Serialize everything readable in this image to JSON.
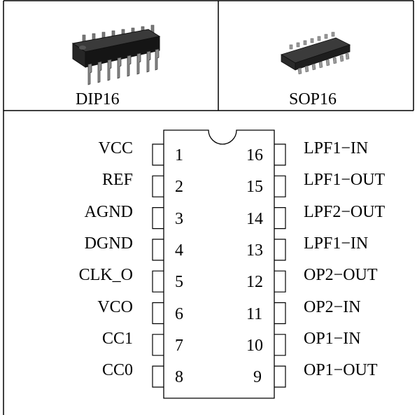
{
  "packages": [
    {
      "id": "dip",
      "label": "DIP16",
      "icon": "dip16-chip-icon"
    },
    {
      "id": "sop",
      "label": "SOP16",
      "icon": "sop16-chip-icon"
    }
  ],
  "pinout": {
    "left_pins": [
      {
        "number": "1",
        "name": "VCC"
      },
      {
        "number": "2",
        "name": "REF"
      },
      {
        "number": "3",
        "name": "AGND"
      },
      {
        "number": "4",
        "name": "DGND"
      },
      {
        "number": "5",
        "name": "CLK_O"
      },
      {
        "number": "6",
        "name": "VCO"
      },
      {
        "number": "7",
        "name": "CC1"
      },
      {
        "number": "8",
        "name": "CC0"
      }
    ],
    "right_pins": [
      {
        "number": "16",
        "name": "LPF1−IN"
      },
      {
        "number": "15",
        "name": "LPF1−OUT"
      },
      {
        "number": "14",
        "name": "LPF2−OUT"
      },
      {
        "number": "13",
        "name": "LPF1−IN"
      },
      {
        "number": "12",
        "name": "OP2−OUT"
      },
      {
        "number": "11",
        "name": "OP2−IN"
      },
      {
        "number": "10",
        "name": "OP1−IN"
      },
      {
        "number": "9",
        "name": "OP1−OUT"
      }
    ]
  },
  "colors": {
    "line": "#000000",
    "chip_body": "#1a1a1a",
    "sop_body": "#2a2a2a"
  }
}
